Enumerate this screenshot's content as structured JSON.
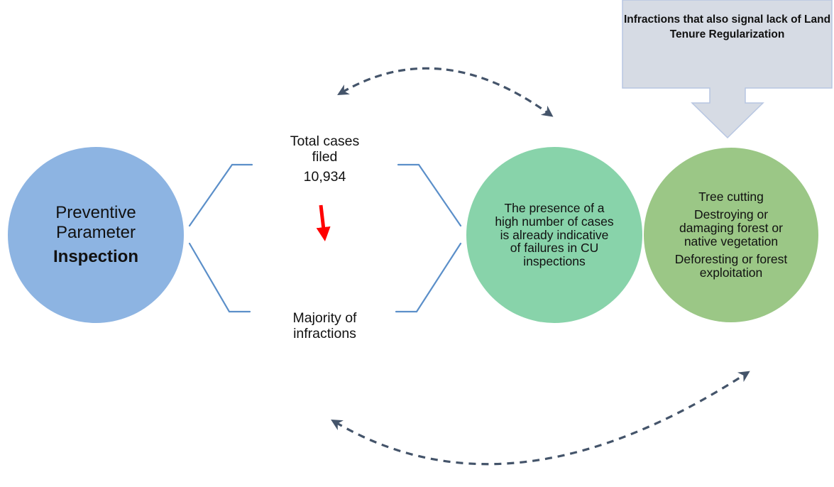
{
  "colors": {
    "inspection_circle": "#8db4e2",
    "presence_circle": "#88d3aa",
    "infractions_circle": "#9bc786",
    "bracket": "#5b8fc9",
    "dashed_arrow": "#44546a",
    "red_arrow": "#ff0000",
    "callout_fill": "#d6dbe4",
    "callout_border": "#b7c6e2"
  },
  "inspection": {
    "line1": "Preventive",
    "line2": "Parameter",
    "bold": "Inspection"
  },
  "cases": {
    "label": "Total cases filed",
    "label_line1": "Total cases",
    "label_line2": "filed",
    "total": "10,934",
    "majority_line1": "Majority of",
    "majority_line2": "infractions"
  },
  "presence": {
    "text": "The presence of a high number of cases is already indicative of failures in CU inspections"
  },
  "infractions": {
    "items": [
      "Tree cutting",
      "Destroying or damaging forest or native vegetation",
      "Deforesting or forest exploitation"
    ]
  },
  "callout": {
    "text": "Infractions that also signal lack of Land Tenure Regularization"
  }
}
